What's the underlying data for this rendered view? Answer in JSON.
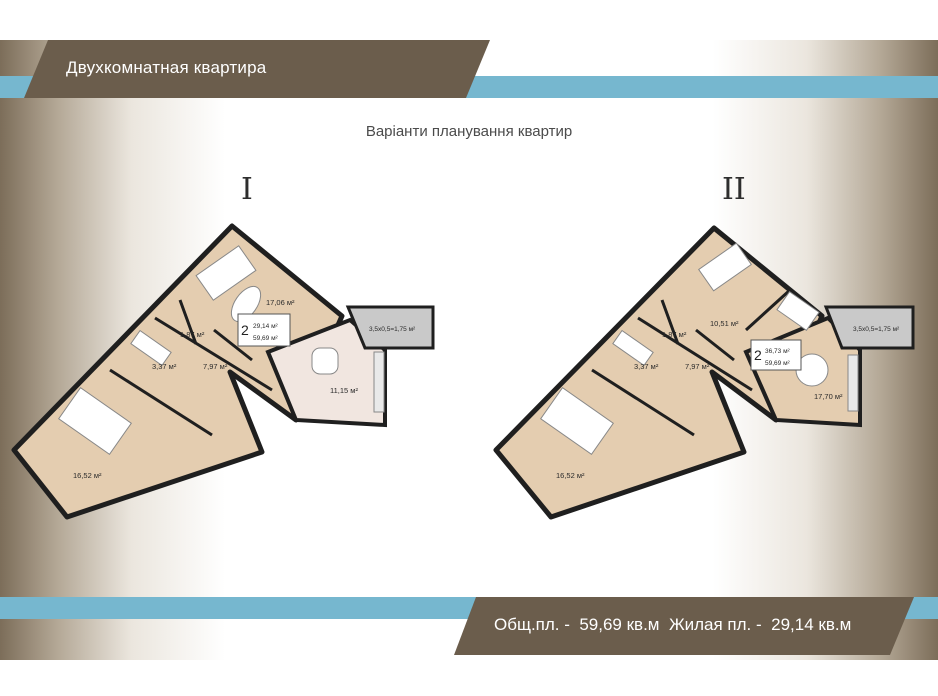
{
  "header": {
    "title": "Двухкомнатная квартира"
  },
  "subtitle": "Варіанти планування квартир",
  "variants": [
    {
      "numeral": "I",
      "room_count": "2",
      "living_area": "29,14 м²",
      "total_area": "59,69 м²",
      "rooms": {
        "living_room": "17,06 м²",
        "bathroom": "1,87 м²",
        "bath": "3,37 м²",
        "corridor": "7,97 м²",
        "kitchen": "11,15 м²",
        "bedroom": "16,52 м²",
        "balcony": "3,5х0,5=1,75 м²"
      }
    },
    {
      "numeral": "II",
      "room_count": "2",
      "living_area": "36,73 м²",
      "total_area": "59,69 м²",
      "rooms": {
        "small_room": "10,51 м²",
        "bathroom": "1,87 м²",
        "bath": "3,37 м²",
        "corridor": "7,97 м²",
        "kitchen_living": "17,70 м²",
        "bedroom": "16,52 м²",
        "balcony": "3,5х0,5=1,75 м²"
      }
    }
  ],
  "footer": {
    "summary": "Общ.пл. -  59,69 кв.м  Жилая пл. -  29,14 кв.м"
  },
  "colors": {
    "brown": "#6b5d4c",
    "blue": "#76b7cf",
    "floor": "#e4cdb0",
    "wall": "#1f1f1f"
  }
}
